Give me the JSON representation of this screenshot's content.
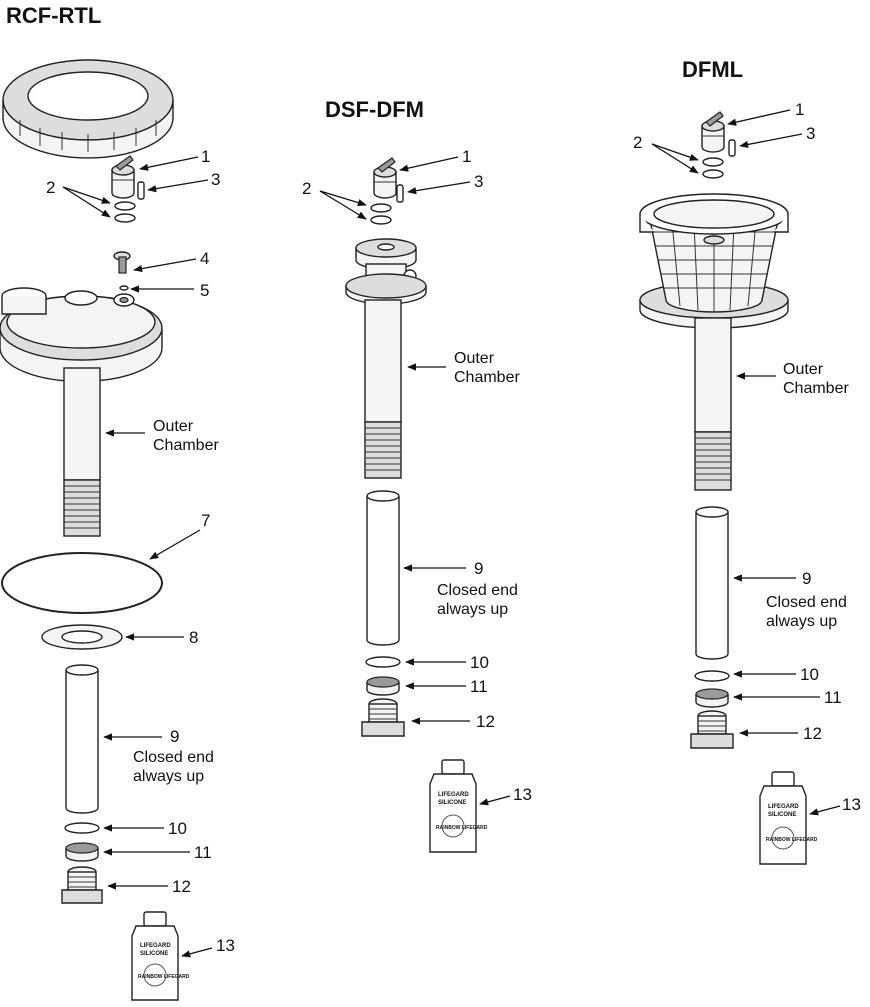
{
  "titles": {
    "rcf": "RCF-RTL",
    "dsf": "DSF-DFM",
    "dfml": "DFML"
  },
  "callouts": {
    "p1": "1",
    "p2": "2",
    "p3": "3",
    "p4": "4",
    "p5": "5",
    "p7": "7",
    "p8": "8",
    "p9": "9",
    "p10": "10",
    "p11": "11",
    "p12": "12",
    "p13": "13"
  },
  "labels": {
    "outer_chamber_1": "Outer",
    "outer_chamber_2": "Chamber",
    "closed_end_1": "Closed end",
    "closed_end_2": "always up"
  },
  "bottle": {
    "brand": "LIFEGARD",
    "product": "SILICONE",
    "logo": "RAINBOW LIFEGARD"
  }
}
